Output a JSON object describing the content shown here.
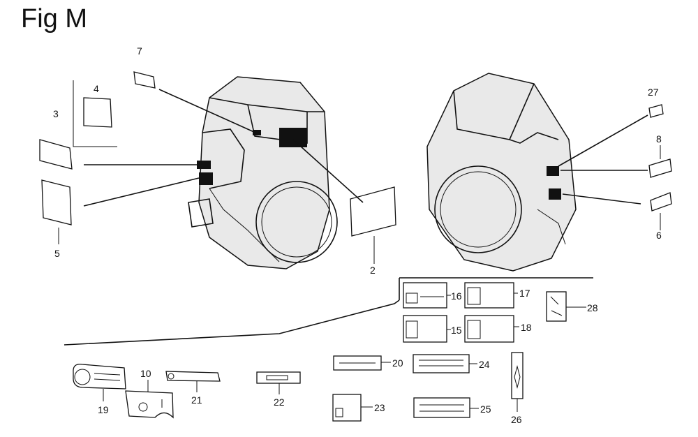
{
  "figure": {
    "title": "Fig M"
  },
  "labels": {
    "n2": "2",
    "n3": "3",
    "n4": "4",
    "n5": "5",
    "n6": "6",
    "n7": "7",
    "n8": "8",
    "n10": "10",
    "n15": "15",
    "n16": "16",
    "n17": "17",
    "n18": "18",
    "n19": "19",
    "n20": "20",
    "n21": "21",
    "n22": "22",
    "n23": "23",
    "n24": "24",
    "n25": "25",
    "n26": "26",
    "n27": "27",
    "n28": "28"
  }
}
